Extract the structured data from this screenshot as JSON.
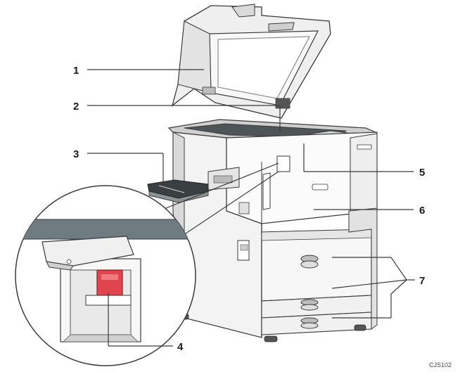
{
  "colors": {
    "line": "#3a3a3a",
    "body_light": "#f4f4f4",
    "body_mid": "#d9d9d9",
    "body_dark": "#9a9a9a",
    "band": "#6e7b80",
    "switch_red": "#e0454e",
    "screen": "#3f4a4e"
  },
  "callouts": [
    {
      "num": "1"
    },
    {
      "num": "2"
    },
    {
      "num": "3"
    },
    {
      "num": "4"
    },
    {
      "num": "5"
    },
    {
      "num": "6"
    },
    {
      "num": "7"
    }
  ],
  "figure_code": "CJS102"
}
